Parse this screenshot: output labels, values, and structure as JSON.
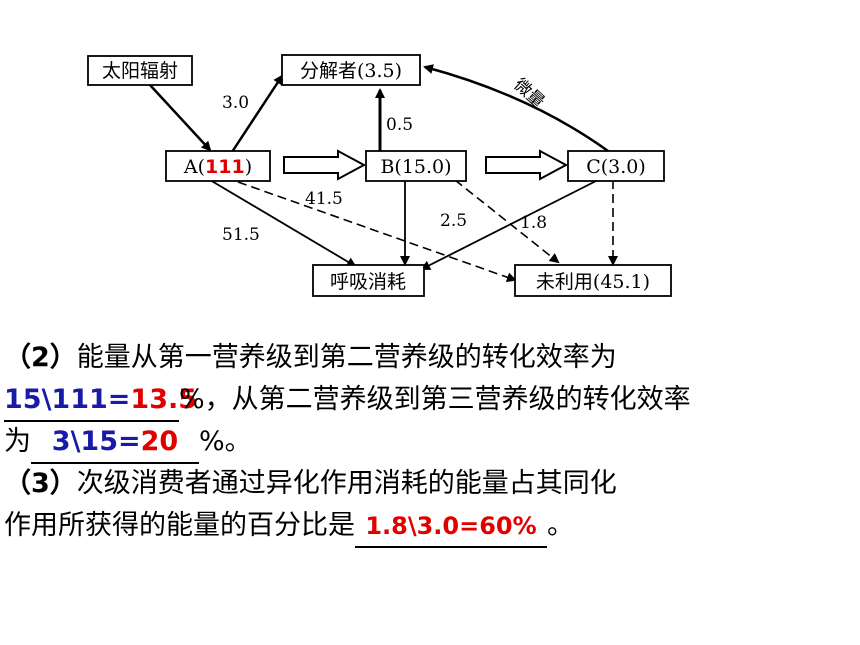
{
  "diagram": {
    "nodes": {
      "sun": "太阳辐射",
      "decomposer": "分解者(3.5)",
      "a_prefix": "A(",
      "a_value": "111",
      "a_suffix": ")",
      "b": "B(15.0)",
      "c": "C(3.0)",
      "respiration": "呼吸消耗",
      "unused": "未利用(45.1)"
    },
    "edges": {
      "a_to_decomposer": "3.0",
      "b_to_decomposer": "0.5",
      "c_to_decomposer": "微量",
      "a_to_unused": "41.5",
      "a_to_respiration": "51.5",
      "b_to_unused": "2.5",
      "c_to_respiration": "1.8"
    },
    "colors": {
      "a_value": "#e00000"
    }
  },
  "questions": {
    "q2": {
      "line1_num": "（2）",
      "line1_text": "能量从第一营养级到第二营养级的转化效率为",
      "line2_blue": "15\\111=",
      "line2_red": "13.5",
      "line2_text": "%，从第二营养级到第三营养级的转化效率",
      "line3_prefix": "为",
      "line3_blue": "3\\15=",
      "line3_red": "20",
      "line3_suffix": "%。"
    },
    "q3": {
      "line1_num": "（3）",
      "line1_text": "次级消费者通过异化作用消耗的能量占其同化",
      "line2_text": "作用所获得的能量的百分比是",
      "line2_answer": "1.8\\3.0=60%",
      "line2_suffix": "。"
    }
  }
}
